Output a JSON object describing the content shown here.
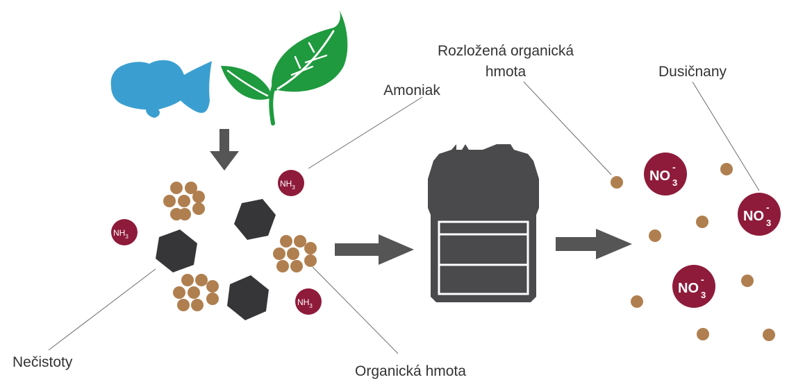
{
  "labels": {
    "decomposed_line1": "Rozložená organická",
    "decomposed_line2": "hmota",
    "ammonia": "Amoniak",
    "nitrates": "Dusičnany",
    "impurities": "Nečistoty",
    "organic_matter": "Organická hmota"
  },
  "chem": {
    "nh3_base": "NH",
    "nh3_sub": "3",
    "no3_base": "NO",
    "no3_sub": "3",
    "no3_sup": "-"
  },
  "colors": {
    "fish": "#3a9fd0",
    "leaf": "#1f9a3e",
    "leaf_dark": "#15803a",
    "arrow": "#555555",
    "particle": "#b07f4f",
    "hexagon": "#363638",
    "molecule": "#8e1b3a",
    "filter": "#4a4a4c"
  },
  "icons": [
    "fish-icon",
    "leaf-icon",
    "filter-icon",
    "arrow-icon",
    "hexagon-icon",
    "particle-icon"
  ]
}
